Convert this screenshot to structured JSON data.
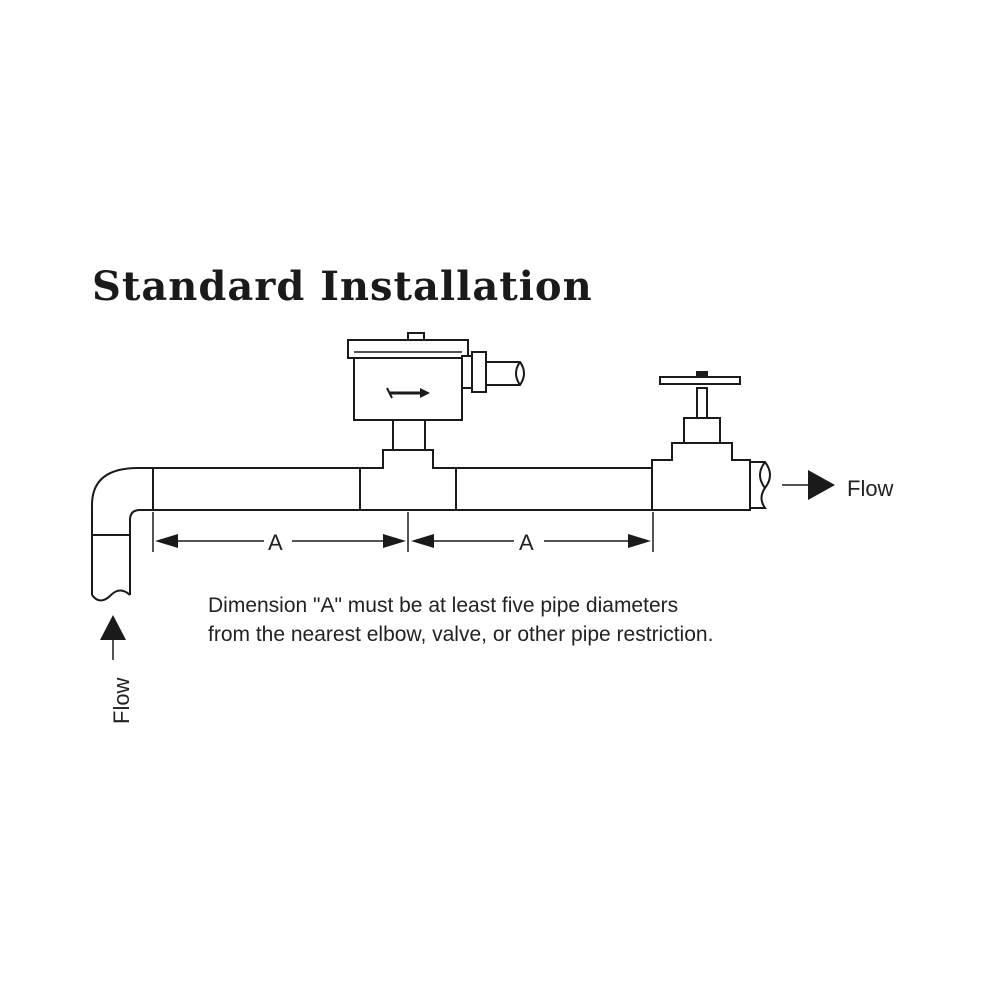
{
  "title": "Standard Installation",
  "flow_label_right": "Flow",
  "flow_label_left": "Flow",
  "dimension_label_1": "A",
  "dimension_label_2": "A",
  "note_line_1": "Dimension \"A\" must be at least five pipe diameters",
  "note_line_2": "from the nearest elbow, valve, or other pipe restriction."
}
